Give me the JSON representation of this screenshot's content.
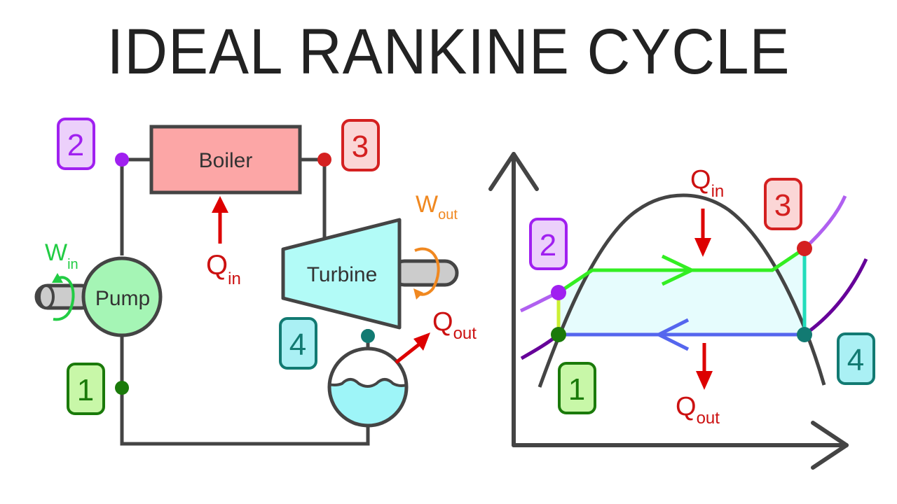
{
  "title": "IDEAL RANKINE CYCLE",
  "colors": {
    "line": "#444444",
    "state1": "#1a7a0a",
    "state1_fill": "#c8f7a8",
    "state2": "#a020f0",
    "state2_fill": "#ecd0fb",
    "state3": "#d42020",
    "state3_fill": "#fbd6d6",
    "state4": "#127a72",
    "state4_fill": "#aaf0f4",
    "boiler_fill": "#fca6a6",
    "turbine_fill": "#b2fbf7",
    "pump_fill": "#a5f5b5",
    "water_fill": "#9ef5f8",
    "heat": "#dd0000",
    "work_in": "#22cc44",
    "work_out": "#f08820",
    "shaft_fill": "#cccccc",
    "cycle_fill": "#e6fcfd",
    "path_boil": "#33ee22",
    "path_cond": "#5566ee",
    "path_pump": "#ccf033",
    "path_turbine": "#22ddbb",
    "isobar_high": "#b060f0",
    "isobar_low": "#660099"
  },
  "schematic": {
    "components": {
      "boiler": "Boiler",
      "turbine": "Turbine",
      "pump": "Pump"
    },
    "labels": {
      "q_in": {
        "main": "Q",
        "sub": "in"
      },
      "q_out": {
        "main": "Q",
        "sub": "out"
      },
      "w_in": {
        "main": "W",
        "sub": "in"
      },
      "w_out": {
        "main": "W",
        "sub": "out"
      }
    },
    "states": [
      "1",
      "2",
      "3",
      "4"
    ]
  },
  "ts_diagram": {
    "labels": {
      "q_in": {
        "main": "Q",
        "sub": "in"
      },
      "q_out": {
        "main": "Q",
        "sub": "out"
      }
    },
    "states": [
      "1",
      "2",
      "3",
      "4"
    ]
  }
}
